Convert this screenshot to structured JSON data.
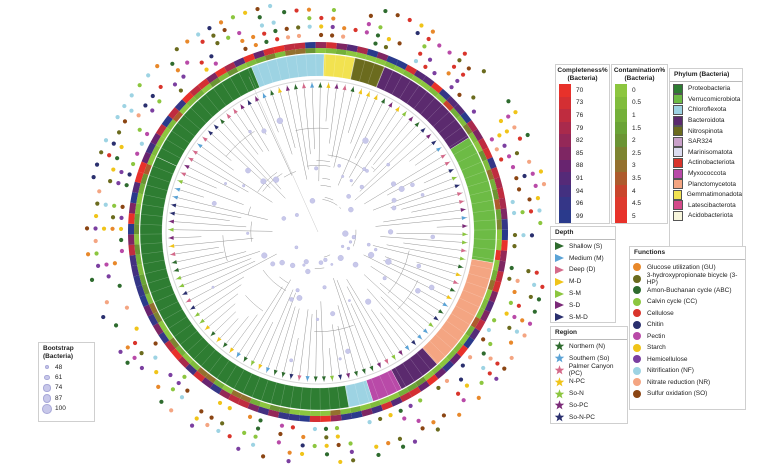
{
  "completeness": {
    "title": "Completeness%\n(Bacteria)",
    "items": [
      {
        "label": "70",
        "color": "#e8312a"
      },
      {
        "label": "73",
        "color": "#d42f33"
      },
      {
        "label": "76",
        "color": "#bf2c3f"
      },
      {
        "label": "79",
        "color": "#a92a4c"
      },
      {
        "label": "82",
        "color": "#942858"
      },
      {
        "label": "85",
        "color": "#7e2663"
      },
      {
        "label": "88",
        "color": "#68246f"
      },
      {
        "label": "91",
        "color": "#552a78"
      },
      {
        "label": "94",
        "color": "#433080"
      },
      {
        "label": "96",
        "color": "#353687"
      },
      {
        "label": "99",
        "color": "#2a3a8c"
      }
    ]
  },
  "contamination": {
    "title": "Contamination%\n(Bacteria)",
    "items": [
      {
        "label": "0",
        "color": "#8cc63f"
      },
      {
        "label": "0.5",
        "color": "#80bc3c"
      },
      {
        "label": "1",
        "color": "#74b039"
      },
      {
        "label": "1.5",
        "color": "#6aa336"
      },
      {
        "label": "2",
        "color": "#6b9433"
      },
      {
        "label": "2.5",
        "color": "#7d8430"
      },
      {
        "label": "3",
        "color": "#94702e"
      },
      {
        "label": "3.5",
        "color": "#ad5a2c"
      },
      {
        "label": "4",
        "color": "#c9452b"
      },
      {
        "label": "4.5",
        "color": "#de3a2d"
      },
      {
        "label": "5",
        "color": "#e8312a"
      }
    ]
  },
  "phylum": {
    "title": "Phylum (Bacteria)",
    "items": [
      {
        "label": "Proteobacteria",
        "color": "#2e7d32"
      },
      {
        "label": "Verrucomicrobiota",
        "color": "#6dbb45"
      },
      {
        "label": "Chloroflexota",
        "color": "#9dd3e3"
      },
      {
        "label": "Bacteroidota",
        "color": "#5b2a6e"
      },
      {
        "label": "Nitrospinota",
        "color": "#6b6b1e"
      },
      {
        "label": "SAR324",
        "color": "#c9a0c9"
      },
      {
        "label": "Marinisomatota",
        "color": "#dcdcf0"
      },
      {
        "label": "Actinobacteriota",
        "color": "#d9342b"
      },
      {
        "label": "Myxococcota",
        "color": "#b94aa8"
      },
      {
        "label": "Planctomycetota",
        "color": "#f4a582"
      },
      {
        "label": "Gemmatimonadota",
        "color": "#f2e250"
      },
      {
        "label": "Latescibacterota",
        "color": "#d44a8a"
      },
      {
        "label": "Acidobacteriota",
        "color": "#f7f5dc"
      }
    ]
  },
  "depth": {
    "title": "Depth",
    "items": [
      {
        "label": "Shallow (S)",
        "color": "#2e6b2e"
      },
      {
        "label": "Medium (M)",
        "color": "#5ba3d6"
      },
      {
        "label": "Deep (D)",
        "color": "#d46a8a"
      },
      {
        "label": "M-D",
        "color": "#f0c419"
      },
      {
        "label": "S-M",
        "color": "#8cc63f"
      },
      {
        "label": "S-D",
        "color": "#7b2a78"
      },
      {
        "label": "S-M-D",
        "color": "#2a2f6e"
      }
    ]
  },
  "region": {
    "title": "Region",
    "items": [
      {
        "label": "Northern (N)",
        "color": "#2e6b2e"
      },
      {
        "label": "Southern (So)",
        "color": "#5ba3d6"
      },
      {
        "label": "Palmer Canyon (PC)",
        "color": "#d46a8a"
      },
      {
        "label": "N-PC",
        "color": "#f0c419"
      },
      {
        "label": "So-N",
        "color": "#8cc63f"
      },
      {
        "label": "So-PC",
        "color": "#7b2a78"
      },
      {
        "label": "So-N-PC",
        "color": "#2a2f6e"
      }
    ]
  },
  "functions": {
    "title": "Functions",
    "items": [
      {
        "label": "Glucose utilization (GU)",
        "color": "#e8882a"
      },
      {
        "label": "3-hydroxypropionate bicycle (3-HP)",
        "color": "#6b6b1e"
      },
      {
        "label": "Amon-Buchanan cycle (ABC)",
        "color": "#2e6b2e"
      },
      {
        "label": "Calvin cycle (CC)",
        "color": "#8cc63f"
      },
      {
        "label": "Cellulose",
        "color": "#d9342b"
      },
      {
        "label": "Chitin",
        "color": "#2a2f6e"
      },
      {
        "label": "Pectin",
        "color": "#b94aa8"
      },
      {
        "label": "Starch",
        "color": "#f0c419"
      },
      {
        "label": "Hemicellulose",
        "color": "#7b3fa0"
      },
      {
        "label": "Nitrification (NF)",
        "color": "#9dd3e3"
      },
      {
        "label": "Nitrate reduction (NR)",
        "color": "#f4a582"
      },
      {
        "label": "Sulfur oxidation (SO)",
        "color": "#8b4513"
      }
    ]
  },
  "bootstrap": {
    "title": "Bootstrap\n(Bacteria)",
    "items": [
      "48",
      "61",
      "74",
      "87",
      "100"
    ],
    "color": "#c8c8ea"
  }
}
